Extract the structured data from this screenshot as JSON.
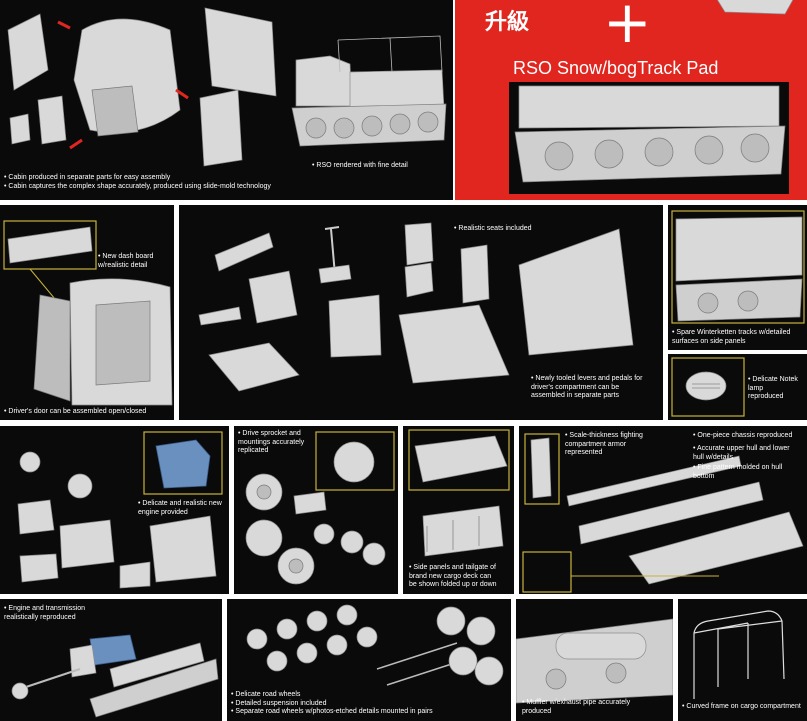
{
  "panels": {
    "p1": {
      "captions": [
        "• Cabin produced in separate parts for easy assembly",
        "• Cabin captures the complex shape accurately, produced using slide-mold technology"
      ],
      "caption_right": "• RSO rendered with fine detail"
    },
    "upgrade": {
      "chinese": "升級",
      "plus": "+",
      "title": "RSO Snow/bogTrack Pad"
    },
    "p2": {
      "callout": [
        "• New dash board",
        "w/realistic detail"
      ],
      "caption": "• Driver's door can be assembled open/closed"
    },
    "p3": {
      "seats": "• Realistic seats included",
      "levers": [
        "• Newly tooled levers and pedals for",
        "driver's compartment can be",
        "assembled in separate parts"
      ]
    },
    "p4": {
      "caption": [
        "• Spare Winterketten tracks w/detailed",
        "surfaces on side panels"
      ]
    },
    "p5": {
      "caption": [
        "• Delicate Notek",
        "lamp",
        "reproduced"
      ]
    },
    "p6": {
      "caption": [
        "• Delicate and realistic new",
        "engine provided"
      ]
    },
    "p7": {
      "caption": [
        "• Drive sprocket and",
        "mountings accurately",
        "replicated"
      ]
    },
    "p8": {
      "caption": [
        "• Side panels and tailgate of",
        "brand new cargo deck can",
        "be shown folded up or down"
      ]
    },
    "p9": {
      "armor": [
        "• Scale-thickness fighting",
        "compartment armor",
        "represented"
      ],
      "chassis": "• One-piece chassis reproduced",
      "hull": [
        "• Accurate upper hull and lower",
        "hull w/details"
      ],
      "pattern": [
        "• Fine pattern molded on hull",
        "bottom"
      ]
    },
    "p10": {
      "caption": [
        "• Engine and transmission",
        "realistically reproduced"
      ]
    },
    "p11": {
      "caption": [
        "• Delicate road wheels",
        "• Detailed suspension included",
        "• Separate road wheels w/photos-etched details mounted in pairs"
      ]
    },
    "p12": {
      "caption": [
        "• Muffler w/exhaust pipe accurately",
        "produced"
      ]
    },
    "p13": {
      "caption": "• Curved frame on cargo compartment"
    }
  },
  "colors": {
    "background": "#0a0a0a",
    "upgrade_red": "#e0261f",
    "callout_line": "#c9b23a",
    "part_grey": "#d9d9d9"
  }
}
